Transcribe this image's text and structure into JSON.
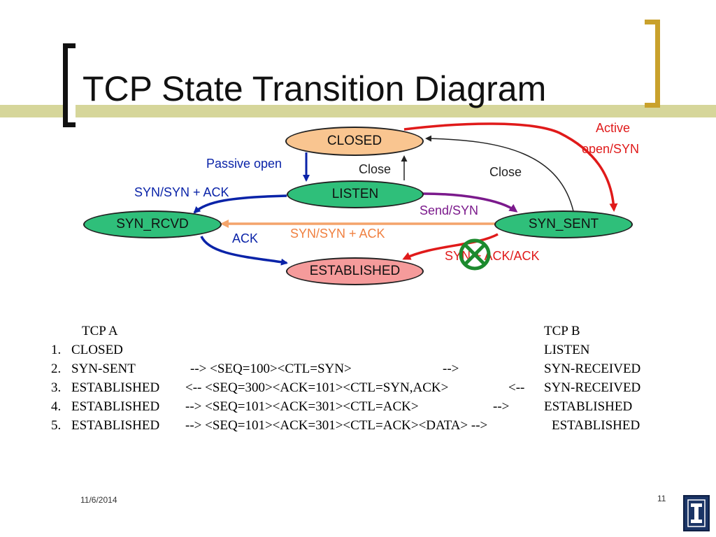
{
  "slide": {
    "title": "TCP State Transition Diagram",
    "date": "11/6/2014",
    "page_number": "11",
    "colors": {
      "accent_bar": "#d6d69a",
      "bracket_left": "#111111",
      "bracket_right": "#c9a12c",
      "logo_bg": "#1b3566",
      "logo_fg": "#ffffff"
    }
  },
  "diagram": {
    "states": {
      "closed": "CLOSED",
      "listen": "LISTEN",
      "syn_rcvd": "SYN_RCVD",
      "syn_sent": "SYN_SENT",
      "established": "ESTABLISHED"
    },
    "state_colors": {
      "closed": "#f9c590",
      "listen": "#2fbf7a",
      "syn_rcvd": "#2fbf7a",
      "syn_sent": "#2fbf7a",
      "established": "#f59b9b"
    },
    "transitions": {
      "passive_open": "Passive open",
      "close_listen": "Close",
      "close_syn_sent": "Close",
      "active_open_line1": "Active",
      "active_open_line2": "open/SYN",
      "syn_syn_ack_listen": "SYN/SYN + ACK",
      "send_syn": "Send/SYN",
      "syn_syn_ack_cross": "SYN/SYN + ACK",
      "ack": "ACK",
      "syn_ack_ack": "SYN + ACK/ACK"
    },
    "transition_colors": {
      "blue": "#0a23a8",
      "red": "#e01a1a",
      "purple": "#7b1a8c",
      "orange": "#f4a46b",
      "black": "#222222",
      "green_x": "#1c8a2e"
    }
  },
  "table": {
    "headers": {
      "tcp_a": "TCP A",
      "tcp_b": "TCP B"
    },
    "rows": [
      {
        "num": "1.",
        "a": "CLOSED",
        "seg": "",
        "b": "LISTEN"
      },
      {
        "num": "2.",
        "a": "SYN-SENT",
        "seg": "--> <SEQ=100><CTL=SYN>",
        "dir": "-->",
        "b": "SYN-RECEIVED"
      },
      {
        "num": "3.",
        "a": "ESTABLISHED",
        "seg": "<-- <SEQ=300><ACK=101><CTL=SYN,ACK>",
        "dir": "<--",
        "b": "SYN-RECEIVED"
      },
      {
        "num": "4.",
        "a": "ESTABLISHED",
        "seg": "--> <SEQ=101><ACK=301><CTL=ACK>",
        "dir": "-->",
        "b": "ESTABLISHED"
      },
      {
        "num": "5.",
        "a": "ESTABLISHED",
        "seg": "--> <SEQ=101><ACK=301><CTL=ACK><DATA> -->",
        "dir": "",
        "b": "ESTABLISHED"
      }
    ]
  }
}
